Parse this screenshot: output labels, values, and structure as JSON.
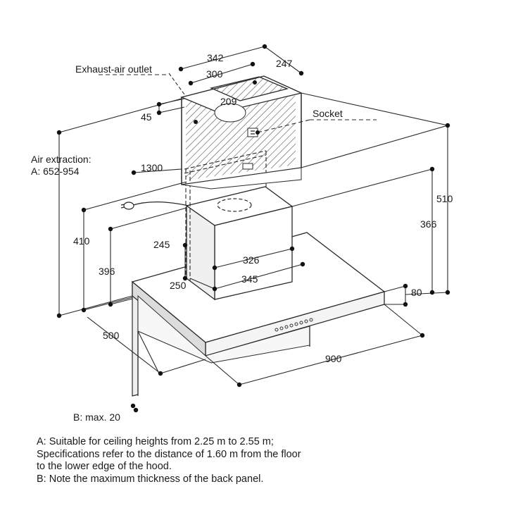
{
  "labels": {
    "exhaust_air_outlet": "Exhaust-air outlet",
    "socket": "Socket",
    "air_extraction_title": "Air extraction:",
    "air_extraction_range": "A: 652-954",
    "back_panel_note": "B: max. 20"
  },
  "dimensions": {
    "d342": "342",
    "d247": "247",
    "d300": "300",
    "d209": "209",
    "d45": "45",
    "d1300": "1300",
    "d510": "510",
    "d366": "366",
    "d410": "410",
    "d245": "245",
    "d396": "396",
    "d326": "326",
    "d250": "250",
    "d345": "345",
    "d80": "80",
    "d500": "500",
    "d900": "900"
  },
  "notes": [
    "A: Suitable for ceiling heights from 2.25 m to 2.55 m;",
    "Specifications refer to the distance of 1.60 m from the floor",
    "to the lower edge of the hood.",
    "B: Note the maximum thickness of the back panel."
  ],
  "colors": {
    "line": "#2a2a2a",
    "panel_fill": "#e8e8e8",
    "hatch": "#555555"
  }
}
